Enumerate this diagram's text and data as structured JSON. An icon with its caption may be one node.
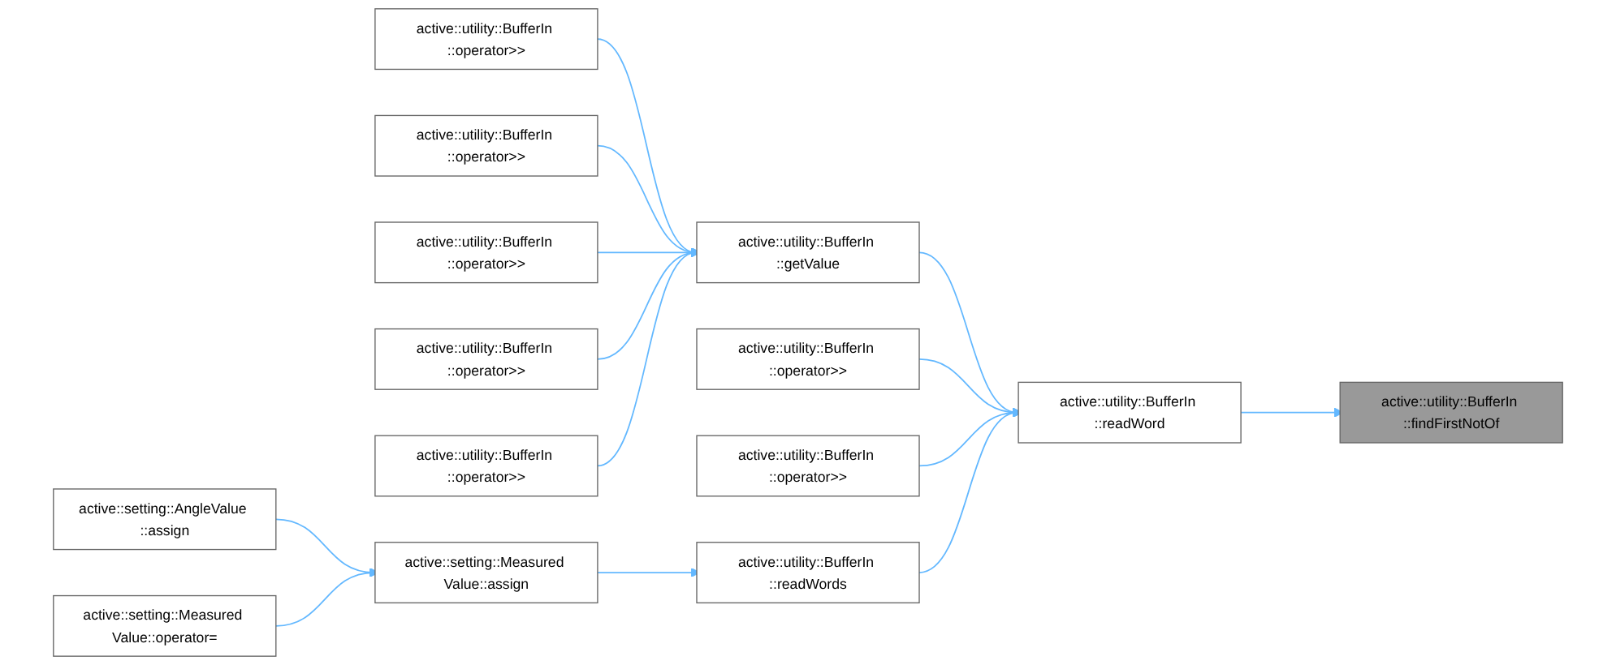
{
  "diagram": {
    "nodes": [
      {
        "text": [
          "active::setting::AngleValue ::assign"
        ]
      },
      {
        "text": [
          "active::setting::Measured Value::operator="
        ]
      },
      {
        "text": [
          "active::utility::BufferIn ::operator>>"
        ]
      },
      {
        "text": [
          "active::utility::BufferIn ::operator>>"
        ]
      },
      {
        "text": [
          "active::utility::BufferIn ::operator>>"
        ]
      },
      {
        "text": [
          "active::utility::BufferIn ::operator>>"
        ]
      },
      {
        "text": [
          "active::utility::BufferIn ::operator>>"
        ]
      },
      {
        "text": [
          "active::setting::Measured Value::assign"
        ]
      },
      {
        "text": [
          "active::utility::BufferIn ::getValue"
        ]
      },
      {
        "text": [
          "active::utility::BufferIn ::operator>>"
        ]
      },
      {
        "text": [
          "active::utility::BufferIn ::operator>>"
        ]
      },
      {
        "text": [
          "active::utility::BufferIn ::readWords"
        ]
      },
      {
        "text": [
          "active::utility::BufferIn ::readWord"
        ]
      },
      {
        "text": [
          "active::utility::BufferIn ::findFirstNotOf"
        ]
      }
    ],
    "edges": [
      {
        "from": 2,
        "to": 8,
        "arrow": "to"
      },
      {
        "from": 3,
        "to": 8,
        "arrow": "to"
      },
      {
        "from": 4,
        "to": 8,
        "arrow": "to"
      },
      {
        "from": 5,
        "to": 8,
        "arrow": "to"
      },
      {
        "from": 6,
        "to": 8,
        "arrow": "to"
      },
      {
        "from": 0,
        "to": 7,
        "arrow": "to"
      },
      {
        "from": 1,
        "to": 7,
        "arrow": "to"
      },
      {
        "from": 7,
        "to": 11,
        "arrow": "to"
      },
      {
        "from": 8,
        "to": 12,
        "arrow": "to"
      },
      {
        "from": 9,
        "to": 12,
        "arrow": "to"
      },
      {
        "from": 10,
        "to": 12,
        "arrow": "to"
      },
      {
        "from": 11,
        "to": 12,
        "arrow": "to"
      },
      {
        "from": 12,
        "to": 13,
        "arrow": "to"
      }
    ]
  }
}
